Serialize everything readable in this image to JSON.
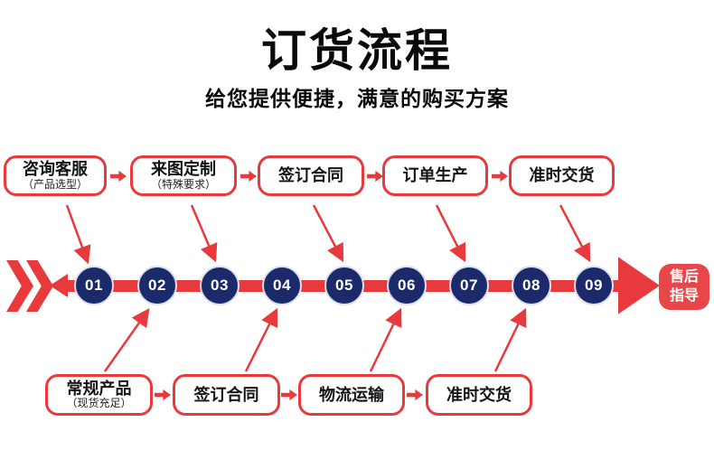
{
  "page": {
    "title": "订货流程",
    "subtitle": "给您提供便捷，满意的购买方案"
  },
  "colors": {
    "accent_red": "#e8393d",
    "circle_navy": "#1a2a6a",
    "end_box_red": "#e8474a",
    "background": "#ffffff",
    "text": "#0a0a0a"
  },
  "top_row": {
    "steps": [
      {
        "label": "咨询客服",
        "sublabel": "（产品选型）"
      },
      {
        "label": "来图定制",
        "sublabel": "（特殊要求）"
      },
      {
        "label": "签订合同",
        "sublabel": ""
      },
      {
        "label": "订单生产",
        "sublabel": ""
      },
      {
        "label": "准时交货",
        "sublabel": ""
      }
    ]
  },
  "bottom_row": {
    "steps": [
      {
        "label": "常规产品",
        "sublabel": "（现货充足）"
      },
      {
        "label": "签订合同",
        "sublabel": ""
      },
      {
        "label": "物流运输",
        "sublabel": ""
      },
      {
        "label": "准时交货",
        "sublabel": ""
      }
    ]
  },
  "timeline": {
    "step_numbers": [
      "01",
      "02",
      "03",
      "04",
      "05",
      "06",
      "07",
      "08",
      "09"
    ],
    "end_label_line1": "售后",
    "end_label_line2": "指导"
  }
}
